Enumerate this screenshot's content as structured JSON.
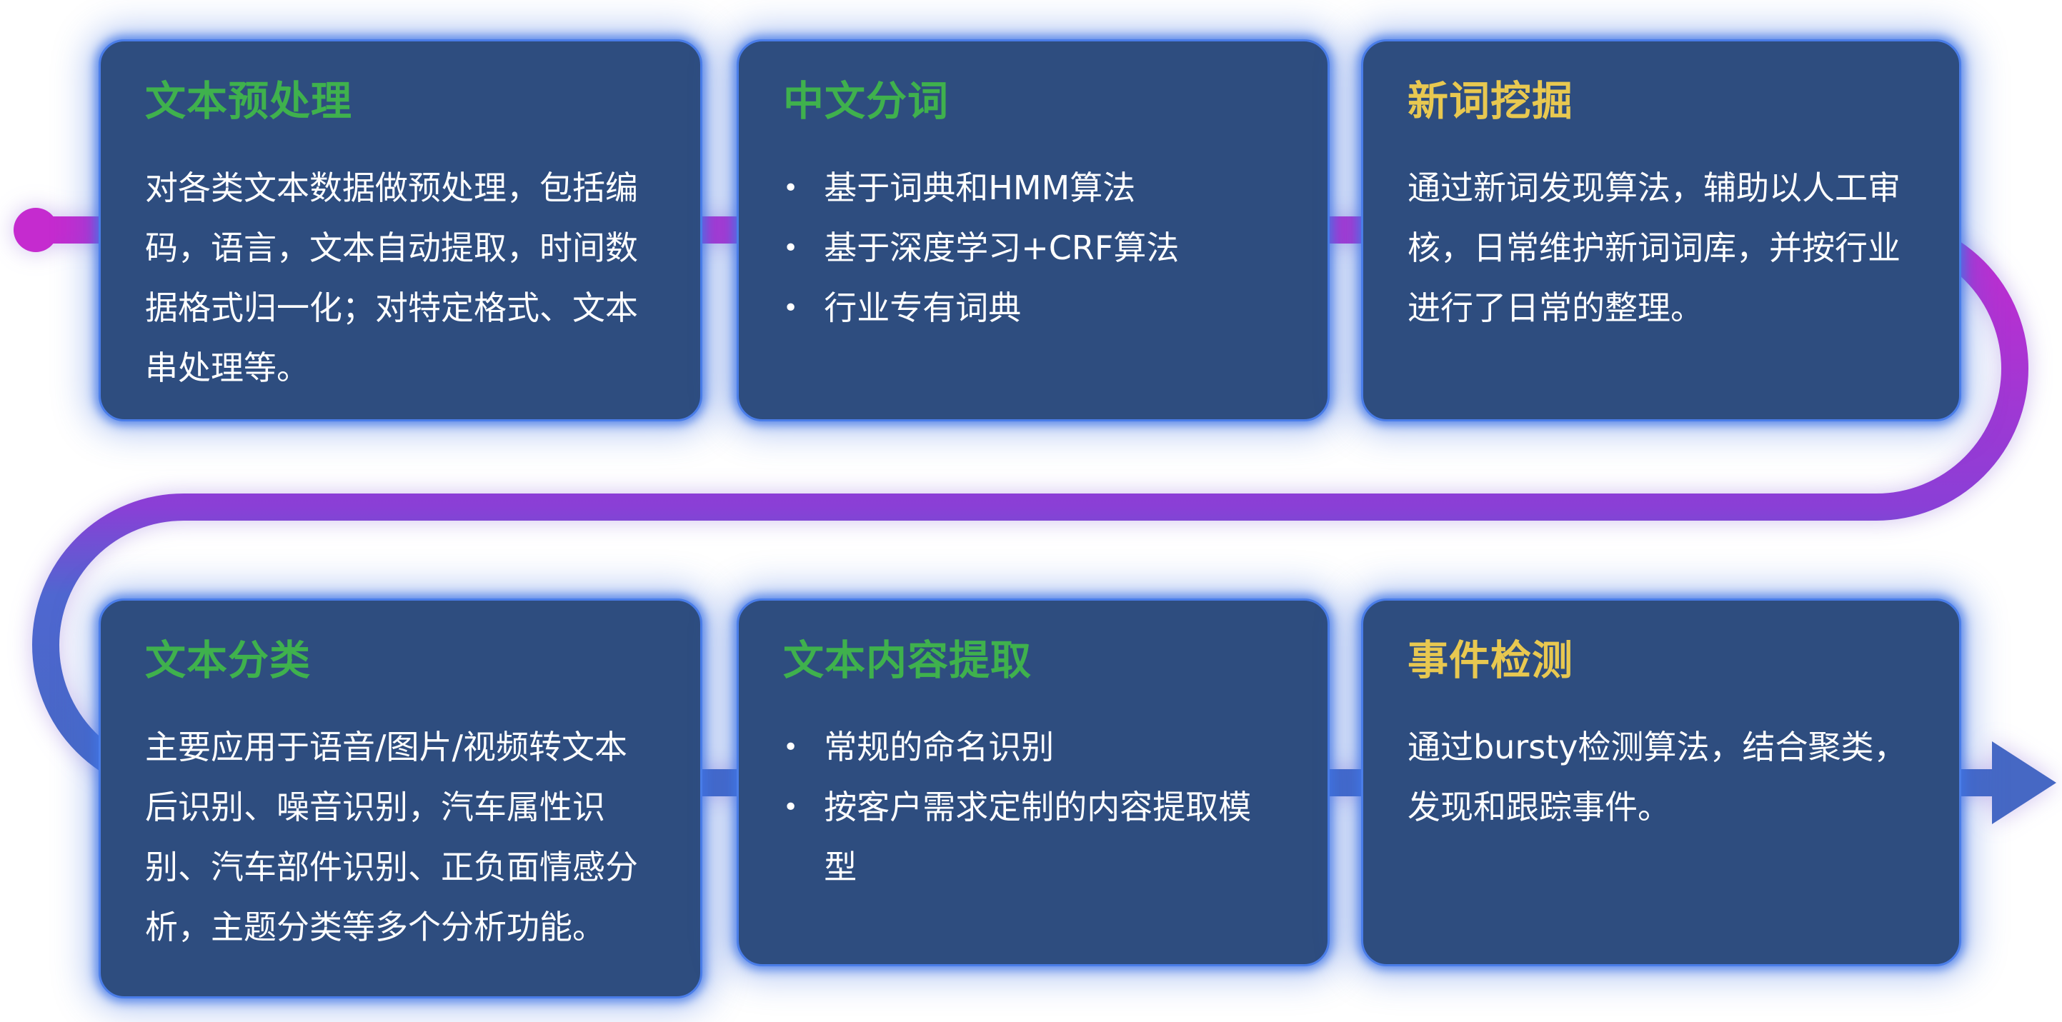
{
  "colors": {
    "card_bg": "#2e4d7f",
    "card_border": "#4a7de8",
    "card_glow": "#3c6fe0",
    "title_green": "#3fb14d",
    "title_yellow": "#e8c850",
    "body_text": "#ffffff",
    "flow_magenta": "#c52bcf",
    "flow_purple": "#8a3fd6",
    "flow_blue": "#4668c4",
    "background": "#ffffff"
  },
  "glyphs": {
    "bullet": "•"
  },
  "cards": [
    {
      "title": "文本预处理",
      "title_color": "green",
      "paragraph": "对各类文本数据做预处理，包括编码，语言，文本自动提取，时间数据格式归一化；对特定格式、文本串处理等。"
    },
    {
      "title": "中文分词",
      "title_color": "green",
      "bullets": [
        "基于词典和HMM算法",
        "基于深度学习+CRF算法",
        "行业专有词典"
      ]
    },
    {
      "title": "新词挖掘",
      "title_color": "yellow",
      "paragraph": "通过新词发现算法，辅助以人工审核，日常维护新词词库，并按行业进行了日常的整理。"
    },
    {
      "title": "文本分类",
      "title_color": "green",
      "paragraph": "主要应用于语音/图片/视频转文本后识别、噪音识别，汽车属性识别、汽车部件识别、正负面情感分析，主题分类等多个分析功能。"
    },
    {
      "title": "文本内容提取",
      "title_color": "green",
      "bullets": [
        "常规的命名识别",
        "按客户需求定制的内容提取模型"
      ]
    },
    {
      "title": "事件检测",
      "title_color": "yellow",
      "paragraph": "通过bursty检测算法，结合聚类，发现和跟踪事件。"
    }
  ]
}
